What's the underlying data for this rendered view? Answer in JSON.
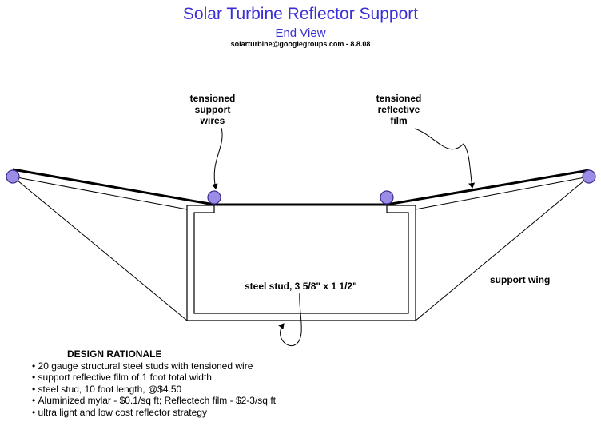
{
  "header": {
    "title": "Solar Turbine Reflector Support",
    "subtitle": "End View",
    "credit": "solarturbine@googlegroups.com - 8.8.08"
  },
  "labels": {
    "support_wires": "tensioned\nsupport\nwires",
    "reflective_film": "tensioned\nreflective\nfilm",
    "steel_stud": "steel stud, 3 5/8\" x 1 1/2\"",
    "support_wing": "support wing"
  },
  "rationale": {
    "title": "DESIGN RATIONALE",
    "items": [
      "20 gauge structural steel studs with tensioned wire",
      "support reflective film of 1 foot total width",
      "steel stud, 10 foot length, @$4.50",
      "Aluminized mylar - $0.1/sq ft; Reflectech film - $2-3/sq ft",
      "ultra light and low cost reflector strategy"
    ]
  },
  "colors": {
    "title": "#3b2fd6",
    "wire_fill": "#9c8ce8",
    "wire_stroke": "#3a2f8a"
  }
}
